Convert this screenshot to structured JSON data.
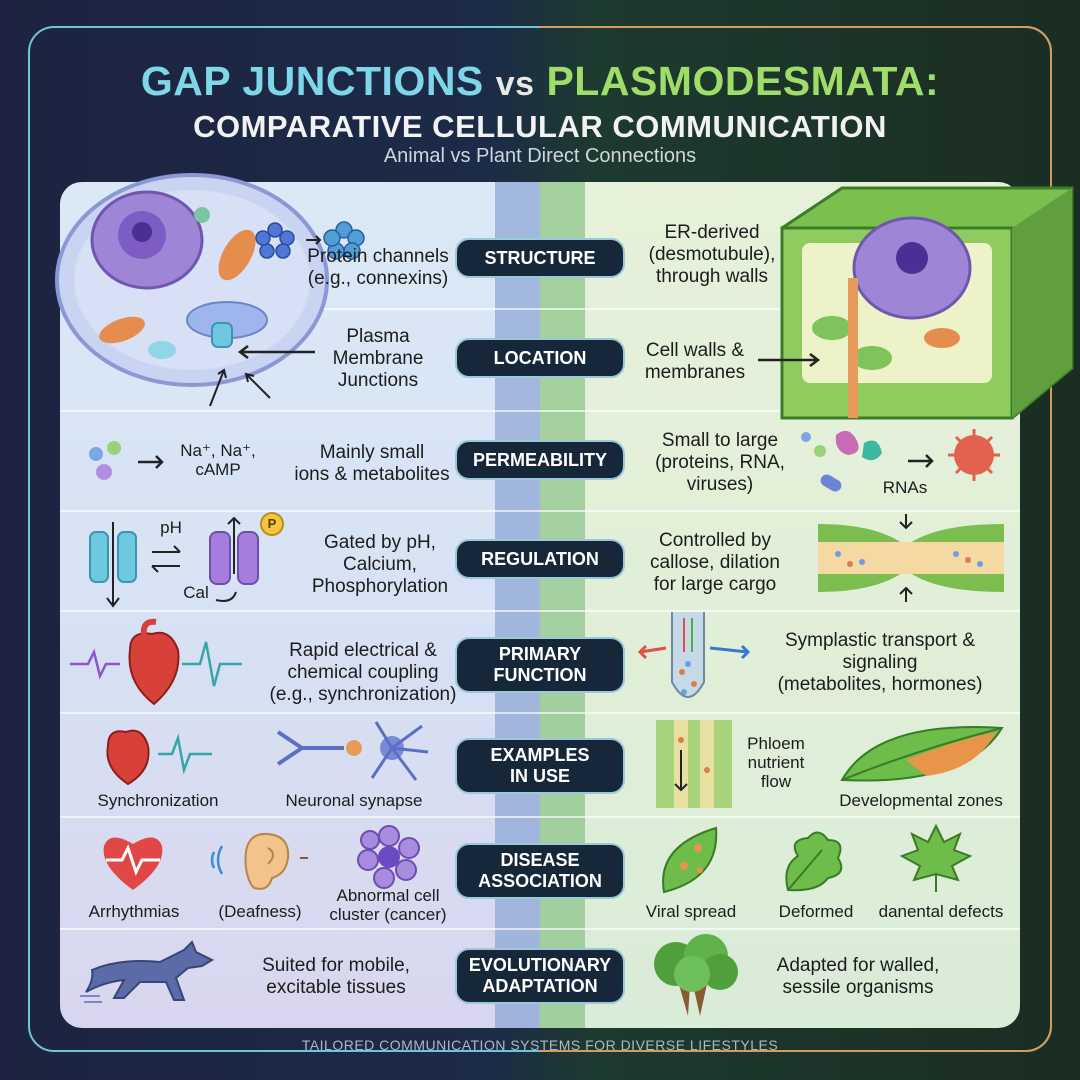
{
  "header": {
    "title_gap": "GAP JUNCTIONS",
    "title_vs": "vs",
    "title_plasmo": "PLASMODESMATA:",
    "title_line2": "COMPARATIVE CELLULAR COMMUNICATION",
    "subtitle": "Animal vs Plant Direct Connections"
  },
  "rows": [
    {
      "category": "STRUCTURE",
      "left": "Protein channels\n(e.g., connexins)",
      "right": "ER-derived\n(desmotubule),\nthrough walls"
    },
    {
      "category": "LOCATION",
      "left": "Plasma\nMembrane\nJunctions",
      "right": "Cell walls &\nmembranes"
    },
    {
      "category": "PERMEABILITY",
      "left": "Mainly small\nions & metabolites",
      "right": "Small to large\n(proteins, RNA,\nviruses)"
    },
    {
      "category": "REGULATION",
      "left": "Gated by pH,\nCalcium,\nPhosphorylation",
      "right": "Controlled by\ncallose, dilation\nfor large cargo"
    },
    {
      "category": "PRIMARY\nFUNCTION",
      "left": "Rapid electrical &\nchemical coupling\n(e.g., synchronization)",
      "right": "Symplastic transport &\nsignaling\n(metabolites, hormones)"
    },
    {
      "category": "EXAMPLES\nIN USE",
      "left": "",
      "right": ""
    },
    {
      "category": "DISEASE\nASSOCIATION",
      "left": "",
      "right": ""
    },
    {
      "category": "EVOLUTIONARY\nADAPTATION",
      "left": "Suited for mobile,\nexcitable tissues",
      "right": "Adapted for walled,\nsessile organisms"
    }
  ],
  "labels": {
    "ions": "Na⁺, Na⁺,\ncAMP",
    "rnas": "RNAs",
    "ph": "pH",
    "cal": "Cal",
    "p_badge": "P",
    "synchronization": "Synchronization",
    "neuronal_synapse": "Neuronal synapse",
    "phloem": "Phloem\nnutrient\nflow",
    "developmental_zones": "Developmental zones",
    "arrhythmias": "Arrhythmias",
    "deafness": "(Deafness)",
    "abnormal_cell": "Abnormal cell\ncluster (cancer)",
    "viral_spread": "Viral spread",
    "deformed": "Deformed",
    "danental_defects": "danental defects"
  },
  "footer": "TAILORED COMMUNICATION SYSTEMS FOR DIVERSE LIFESTYLES",
  "colors": {
    "animal_accent": "#7fd6e8",
    "plant_accent": "#9fdc6a",
    "pill_bg": "#17273a",
    "frame_left": "#6fc6d8",
    "frame_right": "#d99b5a"
  }
}
